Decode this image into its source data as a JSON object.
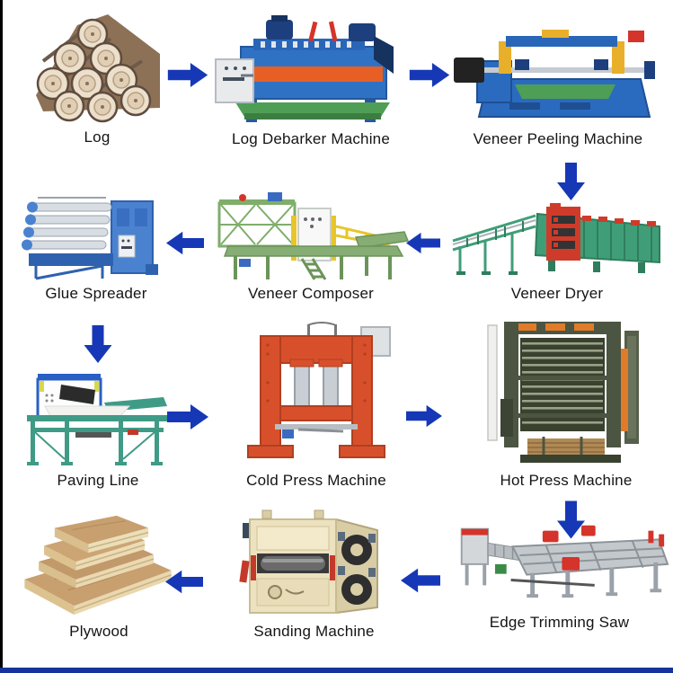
{
  "diagram": {
    "steps": [
      {
        "label": "Log"
      },
      {
        "label": "Log Debarker Machine"
      },
      {
        "label": "Veneer Peeling Machine"
      },
      {
        "label": "Veneer Dryer"
      },
      {
        "label": "Veneer Composer"
      },
      {
        "label": "Glue Spreader"
      },
      {
        "label": "Paving Line"
      },
      {
        "label": "Cold Press Machine"
      },
      {
        "label": "Hot Press Machine"
      },
      {
        "label": "Edge Trimming Saw"
      },
      {
        "label": "Sanding Machine"
      },
      {
        "label": "Plywood"
      }
    ],
    "flow": [
      {
        "from": "Log",
        "to": "Log Debarker Machine",
        "direction": "right"
      },
      {
        "from": "Log Debarker Machine",
        "to": "Veneer Peeling Machine",
        "direction": "right"
      },
      {
        "from": "Veneer Peeling Machine",
        "to": "Veneer Dryer",
        "direction": "down"
      },
      {
        "from": "Veneer Dryer",
        "to": "Veneer Composer",
        "direction": "left"
      },
      {
        "from": "Veneer Composer",
        "to": "Glue Spreader",
        "direction": "left"
      },
      {
        "from": "Glue Spreader",
        "to": "Paving Line",
        "direction": "down"
      },
      {
        "from": "Paving Line",
        "to": "Cold Press Machine",
        "direction": "right"
      },
      {
        "from": "Cold Press Machine",
        "to": "Hot Press Machine",
        "direction": "right"
      },
      {
        "from": "Hot Press Machine",
        "to": "Edge Trimming Saw",
        "direction": "down"
      },
      {
        "from": "Edge Trimming Saw",
        "to": "Sanding Machine",
        "direction": "left"
      },
      {
        "from": "Sanding Machine",
        "to": "Plywood",
        "direction": "left"
      }
    ],
    "colors": {
      "arrow": "#1638b6",
      "bottom_bar": "#16339c",
      "background": "#ffffff",
      "label_text": "#141414"
    }
  }
}
